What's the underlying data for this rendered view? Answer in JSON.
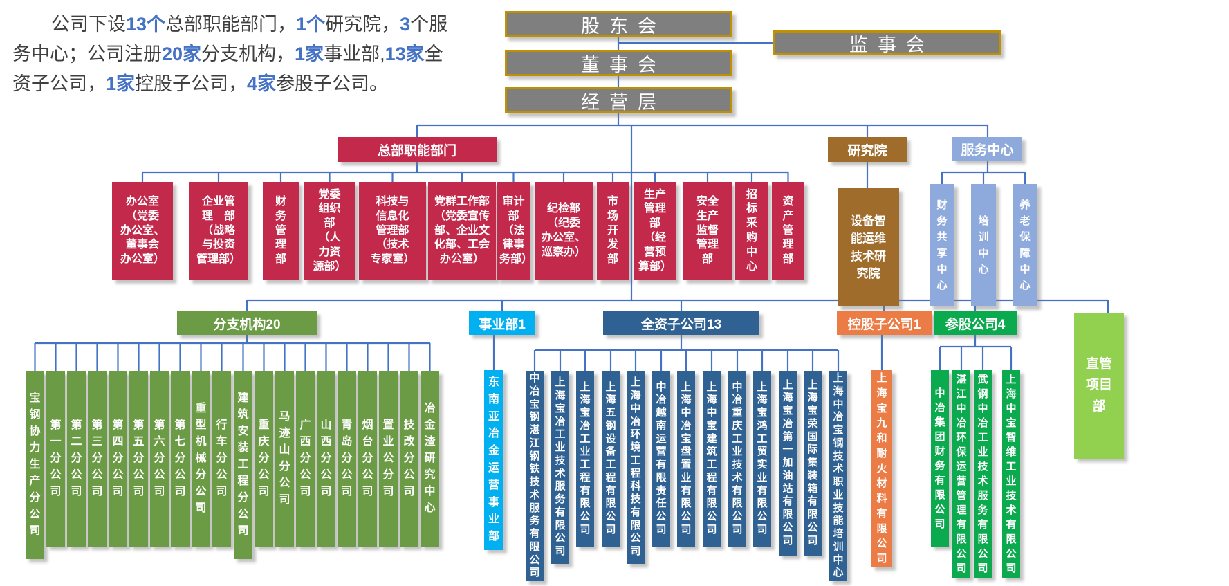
{
  "intro": {
    "segments": [
      {
        "text": "公司下设",
        "em": false
      },
      {
        "text": "13个",
        "em": true
      },
      {
        "text": "总部职能部门，",
        "em": false
      },
      {
        "text": "1个",
        "em": true
      },
      {
        "text": "研究院，",
        "em": false
      },
      {
        "text": "3",
        "em": true
      },
      {
        "text": "个服务中心；公司注册",
        "em": false
      },
      {
        "text": "20家",
        "em": true
      },
      {
        "text": "分支机构，",
        "em": false
      },
      {
        "text": "1家",
        "em": true
      },
      {
        "text": "事业部,",
        "em": false
      },
      {
        "text": "13家",
        "em": true
      },
      {
        "text": "全资子公司，",
        "em": false
      },
      {
        "text": "1家",
        "em": true
      },
      {
        "text": "控股子公司，",
        "em": false
      },
      {
        "text": "4家",
        "em": true
      },
      {
        "text": "参股子公司。",
        "em": false
      }
    ]
  },
  "governance": {
    "shareholders": "股东会",
    "supervisors": "监事会",
    "board": "董事会",
    "management": "经营层"
  },
  "hq": {
    "header": "总部职能部门",
    "departments": [
      "办公室\n（党委\n办公室、\n董事会\n办公室）",
      "企业管\n理　部\n（战略\n与投资\n管理部）",
      "财\n务\n管\n理\n部",
      "党委\n组织\n部\n（人\n力资\n源部）",
      "科技与\n信息化\n管理部\n（技术\n专家室）",
      "党群工作部\n（党委宣传\n部、企业文\n化部、工会\n办公室）",
      "审计\n部\n（法\n律事\n务部）",
      "纪检部\n（纪委\n办公室、\n巡察办）",
      "市\n场\n开\n发\n部",
      "生产\n管理\n部\n（经\n营预\n算部）",
      "安全\n生产\n监督\n管理\n部",
      "招\n标\n采\n购\n中\n心",
      "资\n产\n管\n理\n部"
    ]
  },
  "institute": {
    "header": "研究院",
    "name": "设备智\n能运维\n技术研\n究院"
  },
  "service": {
    "header": "服务中心",
    "centers": [
      "财务共享中心",
      "培训中心",
      "养老保障中心"
    ]
  },
  "tier2": {
    "branches": {
      "header": "分支机构20",
      "items": [
        "宝钢协力生产分公司",
        "第一分公司",
        "第二分公司",
        "第三分公司",
        "第四分公司",
        "第五分公司",
        "第六分公司",
        "第七分公司",
        "重型机械分公司",
        "行车分公司",
        "建筑安装工程分公司",
        "重庆分公司",
        "马迹山分公司",
        "广西分公司",
        "山西分公司",
        "青岛分公司",
        "烟台分公司",
        "置业公分司",
        "技改分公司",
        "冶金渣研究中心"
      ]
    },
    "division": {
      "header": "事业部1",
      "items": [
        "东南亚冶金运营事业部"
      ]
    },
    "wholly_owned": {
      "header": "全资子公司13",
      "items": [
        "中冶宝钢湛江钢铁技术服务有限公司",
        "上海宝冶工业技术服务有限公司",
        "上海宝冶工业工程有限公司",
        "上海五钢设备工程有限公司",
        "上海中冶环境工程科技有限公司",
        "中冶越南运营有限责任公司",
        "上海中冶宝盘置业有限公司",
        "上海中宝建筑工程有限公司",
        "中冶重庆工业技术有限公司",
        "上海宝鸿工贸实业有限公司",
        "上海宝冶第一加油站有限公司",
        "上海宝荣国际集装箱有限公司",
        "上海中冶宝钢技术职业技能培训中心"
      ]
    },
    "holding": {
      "header": "控股子公司1",
      "items": [
        "上海宝九和耐火材料有限公司"
      ]
    },
    "stakes": {
      "header": "参股公司4",
      "items": [
        "中冶集团财务有限公司",
        "湛江中冶环保运营管理有限公司",
        "武钢中冶工业技术服务有限公司",
        "上海中宝智维工业技术有限公司"
      ]
    },
    "direct_project": {
      "label": "直管\n项目\n部"
    }
  },
  "colors": {
    "connector": "#4472C4",
    "governance_fill": "#7F7F7F",
    "governance_border": "#BF9000",
    "hq_red": "#C2294B",
    "institute_brown": "#A06C2C",
    "service_blue": "#8EA9DB",
    "branches_green": "#6B9B45",
    "division_cyan": "#00B0F0",
    "wholly_owned_steel": "#2F6293",
    "holding_orange": "#EC7C45",
    "stakes_green": "#0CAA4F",
    "direct_project_light_green": "#92D050",
    "intro_text": "#3F3F3F",
    "intro_numbers": "#4472C4"
  }
}
